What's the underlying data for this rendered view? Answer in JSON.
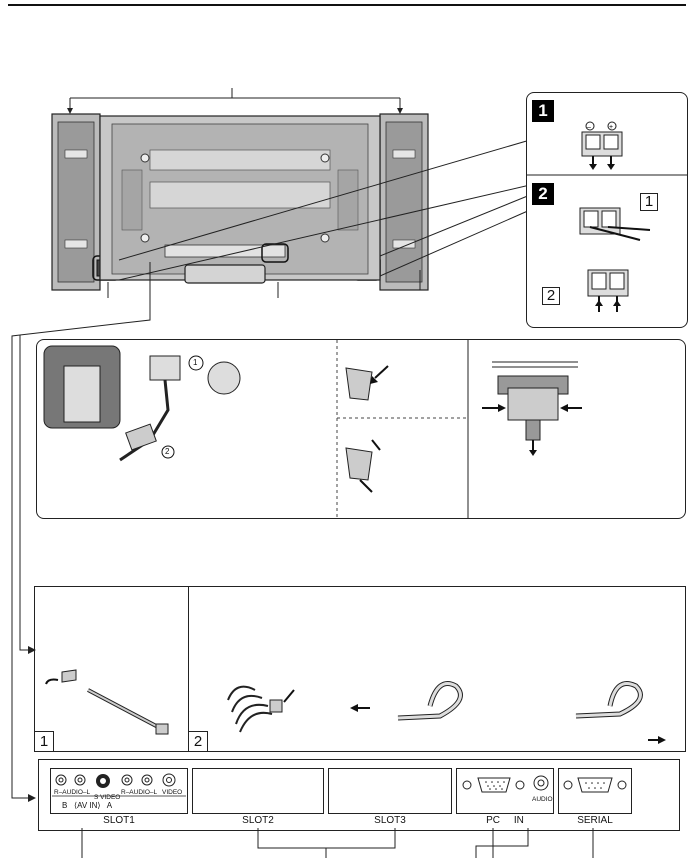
{
  "step_labels": {
    "step1": "1",
    "step2": "2"
  },
  "step2_sub": {
    "a": "1",
    "b": "2"
  },
  "callouts": {
    "c1": "1",
    "c2": "2"
  },
  "tie_steps": {
    "t1": "1",
    "t2": "2"
  },
  "terminal_panel": {
    "slot1": "SLOT1",
    "slot2": "SLOT2",
    "slot3": "SLOT3",
    "pc_in": "PC     IN",
    "serial": "SERIAL",
    "audio": "AUDIO",
    "av_in": "B   ⟨AV IN⟩   A",
    "r_audio_l_b": "R–AUDIO–L",
    "s_video": "S VIDEO",
    "r_audio_l_a": "R–AUDIO–L",
    "video": "VIDEO"
  }
}
